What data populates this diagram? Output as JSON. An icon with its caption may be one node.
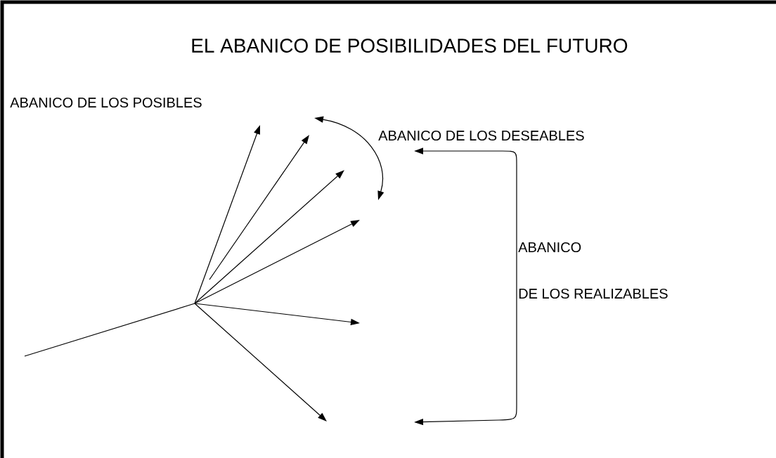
{
  "diagram": {
    "title": "EL ABANICO DE POSIBILIDADES DEL FUTURO",
    "labels": [
      "ABANICO DE LOS POSIBLES",
      "ABANICO DE LOS DESEABLES",
      "ABANICO",
      "DE LOS REALIZABLES"
    ]
  }
}
